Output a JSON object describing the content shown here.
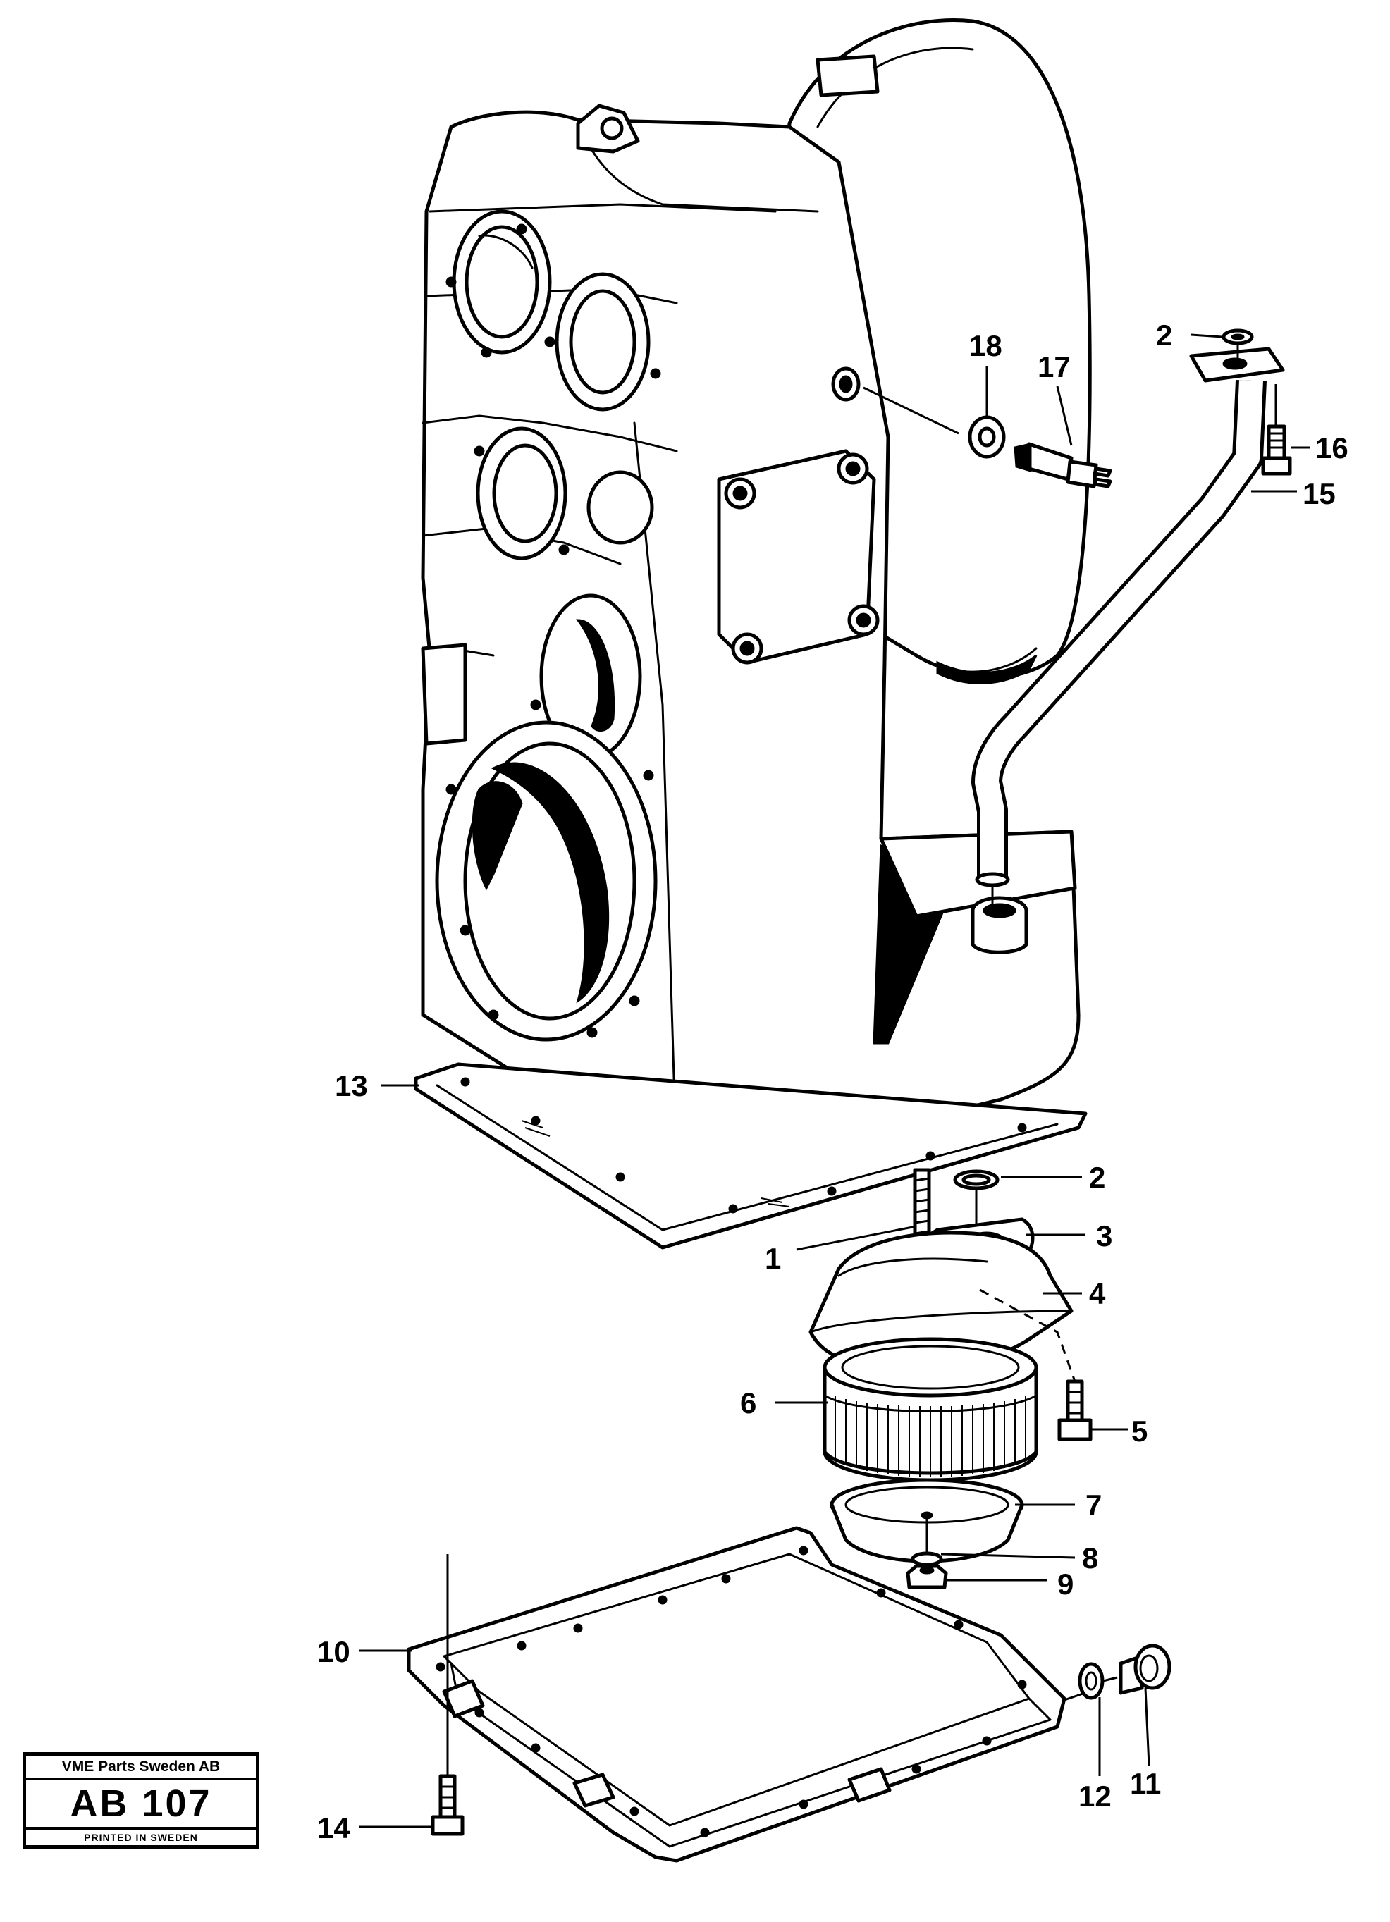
{
  "callouts": {
    "c1": "1",
    "c2a": "2",
    "c2b": "2",
    "c3": "3",
    "c4": "4",
    "c5": "5",
    "c6": "6",
    "c7": "7",
    "c8": "8",
    "c9": "9",
    "c10": "10",
    "c11": "11",
    "c12": "12",
    "c13": "13",
    "c14": "14",
    "c15": "15",
    "c16": "16",
    "c17": "17",
    "c18": "18"
  },
  "stamp": {
    "company": "VME Parts Sweden AB",
    "code": "AB 107",
    "printed": "PRINTED IN SWEDEN"
  }
}
